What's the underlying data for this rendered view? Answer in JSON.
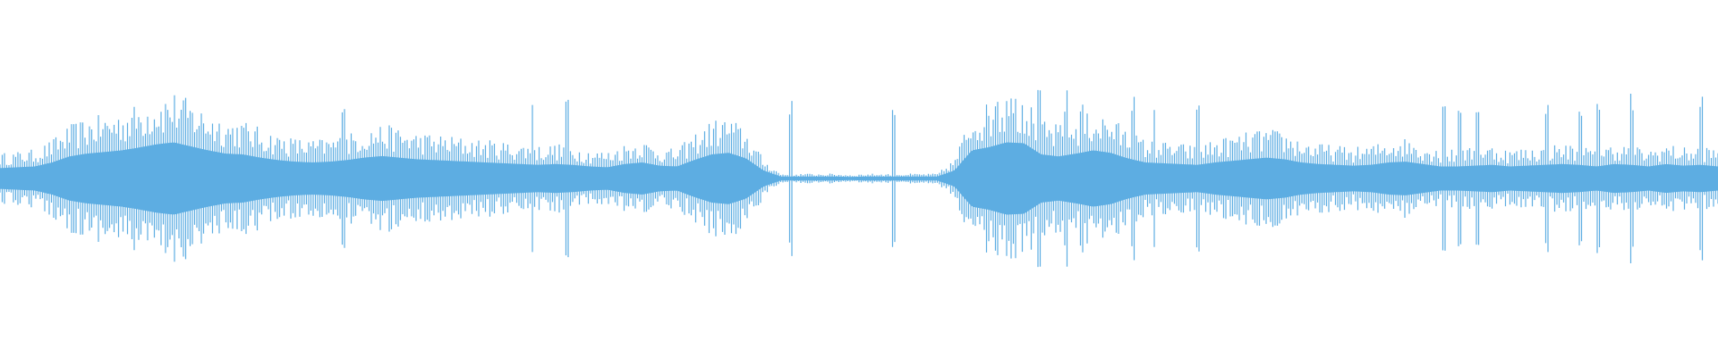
{
  "waveform": {
    "color": "#5dade2",
    "background": "#ffffff",
    "envelope": [
      0.26,
      0.28,
      0.3,
      0.4,
      0.55,
      0.62,
      0.66,
      0.7,
      0.77,
      0.85,
      0.9,
      0.8,
      0.7,
      0.62,
      0.6,
      0.52,
      0.46,
      0.42,
      0.4,
      0.42,
      0.46,
      0.52,
      0.56,
      0.52,
      0.48,
      0.46,
      0.44,
      0.42,
      0.4,
      0.38,
      0.36,
      0.34,
      0.36,
      0.34,
      0.3,
      0.28,
      0.36,
      0.4,
      0.32,
      0.3,
      0.46,
      0.6,
      0.64,
      0.5,
      0.2,
      0.05,
      0.05,
      0.05,
      0.05,
      0.04,
      0.05,
      0.05,
      0.05,
      0.05,
      0.05,
      0.2,
      0.7,
      0.78,
      0.9,
      0.88,
      0.6,
      0.55,
      0.62,
      0.7,
      0.64,
      0.5,
      0.4,
      0.38,
      0.36,
      0.34,
      0.4,
      0.44,
      0.48,
      0.52,
      0.48,
      0.4,
      0.36,
      0.34,
      0.32,
      0.34,
      0.4,
      0.42,
      0.36,
      0.3,
      0.3,
      0.32,
      0.34,
      0.3,
      0.32,
      0.34,
      0.36,
      0.34,
      0.3,
      0.36,
      0.34,
      0.3,
      0.36,
      0.32,
      0.34,
      0.3
    ],
    "spikes": [
      0.92,
      0.2,
      0.31,
      0.33,
      0.46,
      0.52,
      0.58,
      0.59,
      0.595,
      0.605,
      0.62,
      0.63,
      0.66,
      0.672,
      0.697,
      0.84,
      0.85,
      0.86,
      0.9,
      0.93,
      0.95,
      0.99
    ]
  }
}
